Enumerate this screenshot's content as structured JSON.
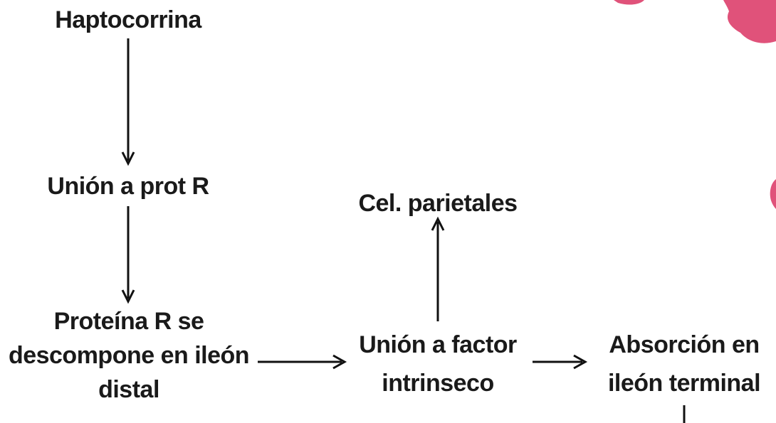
{
  "diagram": {
    "nodes": {
      "haptocorrina": [
        "Haptocorrina"
      ],
      "union_prot_r": [
        "Unión a prot R"
      ],
      "proteina_r": [
        "Proteína R se",
        "descompone en ileón",
        "distal"
      ],
      "cel_parietales": [
        "Cel. parietales"
      ],
      "union_factor": [
        "Unión a factor",
        "intrinseco"
      ],
      "absorcion": [
        "Absorción en",
        "ileón terminal"
      ]
    },
    "edges": [
      {
        "from": "haptocorrina",
        "to": "union_prot_r"
      },
      {
        "from": "union_prot_r",
        "to": "proteina_r"
      },
      {
        "from": "proteina_r",
        "to": "union_factor"
      },
      {
        "from": "union_factor",
        "to": "cel_parietales"
      },
      {
        "from": "union_factor",
        "to": "absorcion"
      }
    ],
    "colors": {
      "text": "#1a1a1a",
      "arrow": "#111111",
      "decor_pink": "#e0527a"
    }
  }
}
